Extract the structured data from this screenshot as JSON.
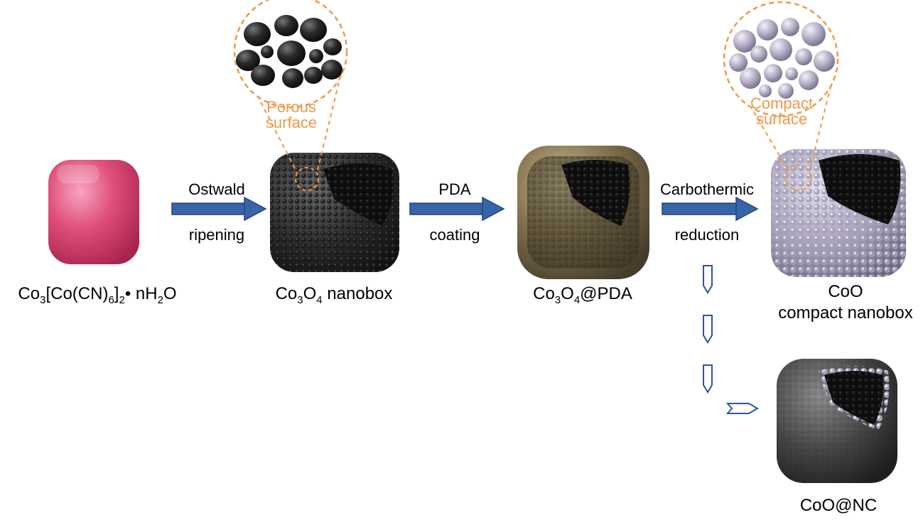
{
  "colors": {
    "arrow": "#2f5597",
    "arrow_light": "#5b84c4",
    "zoom_outline": "#ed9a4a",
    "precursor": "#e0507c",
    "co3o4": "#2b2b2b",
    "coo": "#b9b3c8",
    "pda_shell": "#6b5d3e",
    "nc_shell": "#4a4a4a"
  },
  "stages": [
    {
      "base": "Co",
      "formula_parts": [
        "Co",
        "3",
        "[Co(CN)",
        "6",
        "]",
        "2",
        "• nH",
        "2",
        "O"
      ]
    },
    {
      "formula_parts": [
        "Co",
        "3",
        "O",
        "4",
        " nanobox"
      ]
    },
    {
      "formula_parts": [
        "Co",
        "3",
        "O",
        "4",
        "@PDA"
      ]
    },
    {
      "line1": "CoO",
      "line2": "compact nanobox"
    },
    {
      "line1": "CoO@NC"
    }
  ],
  "steps": [
    {
      "top": "Ostwald",
      "bottom": "ripening"
    },
    {
      "top": "PDA",
      "bottom": "coating"
    },
    {
      "top": "Carbothermic",
      "bottom": "reduction"
    }
  ],
  "zooms": [
    {
      "line1": "Porous",
      "line2": "surface"
    },
    {
      "line1": "Compact",
      "line2": "surface"
    }
  ],
  "icons": [
    "cube-icon",
    "arrow-icon",
    "chevron-arrow-icon"
  ]
}
